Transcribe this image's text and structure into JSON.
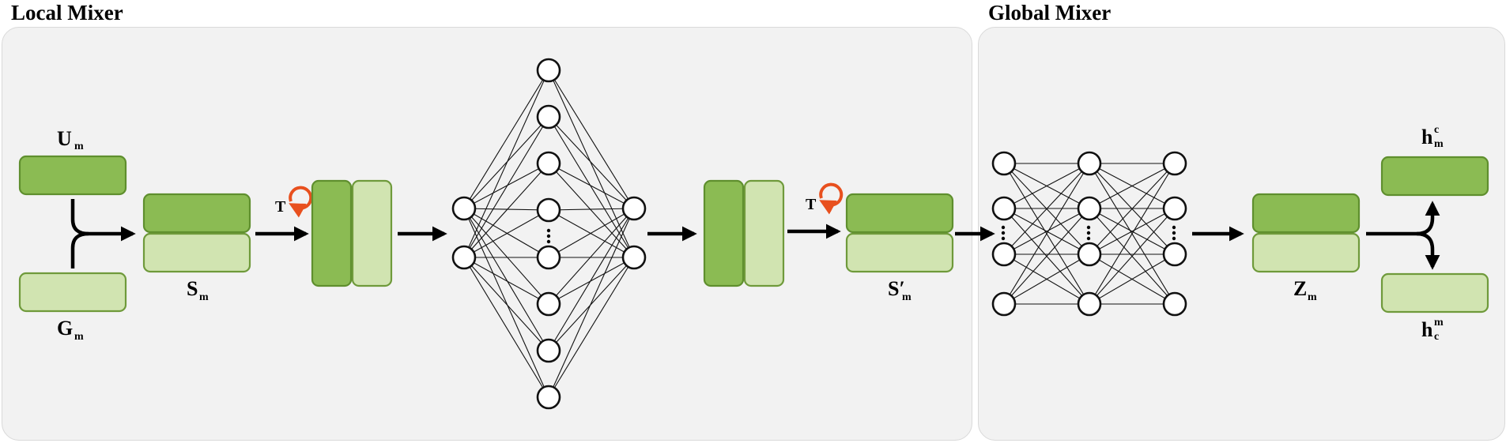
{
  "sections": {
    "local_title": "Local Mixer",
    "global_title": "Global Mixer"
  },
  "labels": {
    "U": {
      "main": "U",
      "sub": "m"
    },
    "G": {
      "main": "G",
      "sub": "m"
    },
    "S": {
      "main": "S",
      "sub": "m"
    },
    "S_prime": {
      "main": "S′",
      "sub": "m"
    },
    "Z": {
      "main": "Z",
      "sub": "m"
    },
    "h_c_m": {
      "main": "h",
      "sup": "c",
      "sub": "m"
    },
    "h_m_c": {
      "main": "h",
      "sup": "m",
      "sub": "c"
    }
  },
  "transpose_symbol": "T",
  "colors": {
    "block_dark": "#8bbb53",
    "block_light": "#d1e4b1",
    "panel_bg": "#f2f2f2",
    "transpose_accent": "#e8501e"
  },
  "icons": [
    "transpose-icon",
    "arrow-right-icon",
    "split-arrow-icon",
    "merge-arrow-icon"
  ]
}
